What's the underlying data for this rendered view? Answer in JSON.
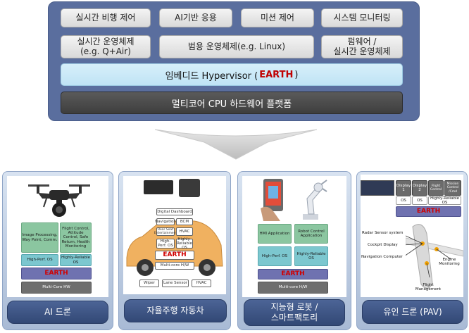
{
  "architecture": {
    "row1": [
      "실시간 비행 제어",
      "AI기반 응용",
      "미션 제어",
      "시스템 모니터링"
    ],
    "row2": {
      "rtos_line1": "실시간 운영체제",
      "rtos_line2": "(e.g. Q+Air)",
      "general_os": "범용 운영체제(e.g. Linux)",
      "firmware_line1": "펌웨어 /",
      "firmware_line2": "실시간 운영체제"
    },
    "hypervisor": {
      "prefix": "임베디드 Hypervisor (",
      "name": "EARTH",
      "suffix": ")"
    },
    "platform": "멀티코어 CPU 하드웨어 플랫폼"
  },
  "cards": [
    {
      "label": "AI 드론",
      "stack": {
        "app_left": "Image Processing, Way Point, Comm.",
        "app_right": "Flight Control, Attitude Control, Safe Return, Health Monitoring",
        "os_left": "High-Perf. OS",
        "os_right": "Highly-Reliable OS",
        "hypervisor": "EARTH",
        "hw": "Multi-Core HW"
      }
    },
    {
      "label": "자율주행 자동차",
      "stack": {
        "digital_dashboard": "Digital Dashboard",
        "navigation": "Navigation",
        "bcm": "BCM",
        "rear_seat": "Rear Seat Entertainment",
        "hvac_top": "HVAC",
        "high_perf_os": "High-Perf. OS",
        "highly_reliable_os": "Highly-Reliable OS",
        "hypervisor": "EARTH",
        "hw": "Multi-core H/W",
        "wiper": "Wiper",
        "lane_sensor": "Lane Sensor",
        "hvac_bottom": "HVAC"
      }
    },
    {
      "label_line1": "지능형 로봇 /",
      "label_line2": "스마트팩토리",
      "stack": {
        "app_left": "HMI Application",
        "app_right": "Robot Control Application",
        "os_left": "High-Perf. OS",
        "os_right": "Highly-Reliable OS",
        "hypervisor": "EARTH",
        "hw": "Multi-core H/W"
      }
    },
    {
      "label": "유인 드론 (PAV)",
      "table": {
        "headers": [
          "Display 1",
          "Display 2",
          "Flight Control",
          "Mission Control /Cmd"
        ],
        "os_row": [
          "OS",
          "OS",
          "Highly-Reliable OS"
        ],
        "hypervisor": "EARTH"
      },
      "callouts": {
        "radar": "Radar Sensor system",
        "cockpit": "Cockpit Display",
        "navigation": "Navigation Computer",
        "engine": "Engine Monitoring",
        "flight": "Flight Management"
      }
    }
  ],
  "colors": {
    "panel": "#5a6e9e",
    "hypervisor_bg": "#c8e8f7",
    "platform_bg": "#4a4a4a",
    "earth_red": "#c00000",
    "card_label": "#3d5585"
  }
}
